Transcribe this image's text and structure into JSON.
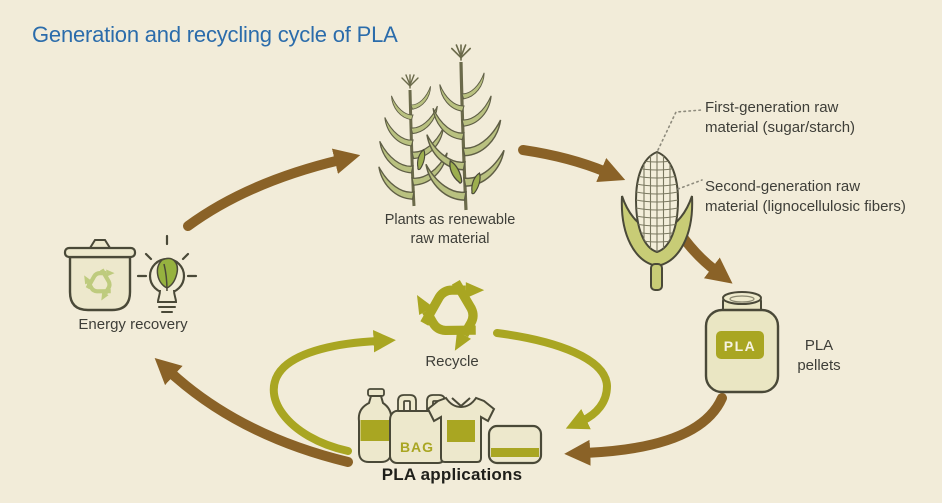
{
  "title": {
    "text": "Generation and recycling cycle of PLA"
  },
  "colors": {
    "background": "#F2ECD9",
    "title_blue": "#2B6CAB",
    "arrow_brown": "#8A6227",
    "accent_olive": "#A9A622",
    "plant_green": "#B9C180",
    "husk_green": "#C8CC76",
    "ear_green": "#9DAF4F",
    "bin_symbol_green": "#BECB7E",
    "leaf_green": "#96B23F",
    "pale_fill": "#EDE8CC",
    "outline": "#4A4938",
    "text_dark": "#3E3E38"
  },
  "nodes": {
    "plants": {
      "line1": "Plants as renewable",
      "line2": "raw material"
    },
    "first_gen": {
      "line1": "First-generation raw",
      "line2": "material (sugar/starch)"
    },
    "second_gen": {
      "line1": "Second-generation raw",
      "line2": "material (lignocellulosic fibers)"
    },
    "pellets": {
      "jar_text": "PLA",
      "line1": "PLA",
      "line2": "pellets"
    },
    "recycle": {
      "label": "Recycle"
    },
    "energy": {
      "label": "Energy recovery"
    },
    "applications": {
      "label": "PLA applications",
      "bag_text": "BAG"
    }
  }
}
